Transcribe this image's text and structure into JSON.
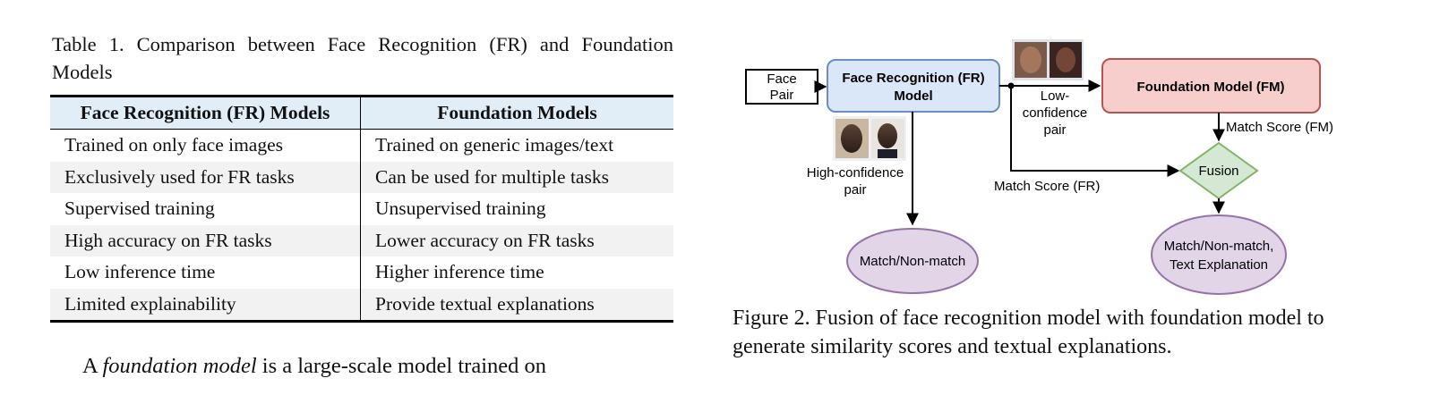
{
  "table": {
    "caption": "Table 1. Comparison between Face Recognition (FR) and Foundation Models",
    "headers": [
      "Face Recognition (FR) Models",
      "Foundation Models"
    ],
    "rows": [
      [
        "Trained on only face images",
        "Trained on generic images/text"
      ],
      [
        "Exclusively used for FR tasks",
        "Can be used for multiple tasks"
      ],
      [
        "Supervised training",
        "Unsupervised training"
      ],
      [
        "High accuracy on FR tasks",
        "Lower accuracy on FR tasks"
      ],
      [
        "Low inference time",
        "Higher inference time"
      ],
      [
        "Limited explainability",
        "Provide textual explanations"
      ]
    ]
  },
  "body_text": {
    "prefix": "A ",
    "emphasis": "foundation model",
    "suffix": " is a large-scale model trained on"
  },
  "figure": {
    "caption": "Figure 2. Fusion of face recognition model with foundation model to generate similarity scores and textual explanations.",
    "face_pair_line1": "Face",
    "face_pair_line2": "Pair",
    "fr_model_line1": "Face Recognition (FR)",
    "fr_model_line2": "Model",
    "fm_model": "Foundation Model (FM)",
    "low_conf_line1": "Low-",
    "low_conf_line2": "confidence",
    "low_conf_line3": "pair",
    "high_conf_line1": "High-confidence",
    "high_conf_line2": "pair",
    "match_score_fm": "Match Score (FM)",
    "match_score_fr": "Match Score (FR)",
    "fusion": "Fusion",
    "out_fr": "Match/Non-match",
    "out_fm_line1": "Match/Non-match,",
    "out_fm_line2": "Text Explanation",
    "colors": {
      "fr_fill": "#dae7f8",
      "fr_stroke": "#6c8ebf",
      "fm_fill": "#f8cecc",
      "fm_stroke": "#b85450",
      "fusion_fill": "#d5e8d4",
      "fusion_stroke": "#82b366",
      "out_fill": "#e1d5e7",
      "out_stroke": "#9673a6"
    }
  }
}
